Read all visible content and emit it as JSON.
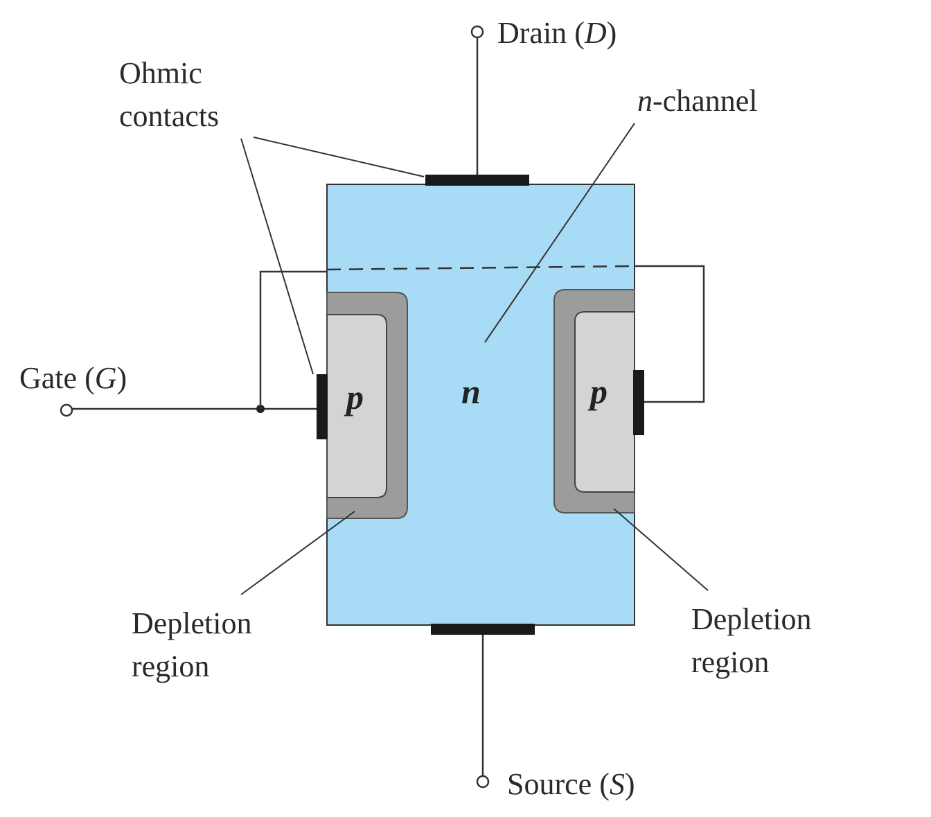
{
  "terminals": {
    "drain": {
      "name": "Drain",
      "symbol": "D"
    },
    "gate": {
      "name": "Gate",
      "symbol": "G"
    },
    "source": {
      "name": "Source",
      "symbol": "S"
    }
  },
  "labels": {
    "ohmic_line1": "Ohmic",
    "ohmic_line2": "contacts",
    "n_channel_prefix": "n",
    "n_channel_suffix": "-channel",
    "n_region": "n",
    "p_left": "p",
    "p_right": "p",
    "depletion_left_line1": "Depletion",
    "depletion_left_line2": "region",
    "depletion_right_line1": "Depletion",
    "depletion_right_line2": "region"
  },
  "colors": {
    "n_material": "#a8dcf6",
    "depletion": "#9c9c9c",
    "p_material": "#d3d4d6",
    "contact": "#1a1a1a"
  }
}
